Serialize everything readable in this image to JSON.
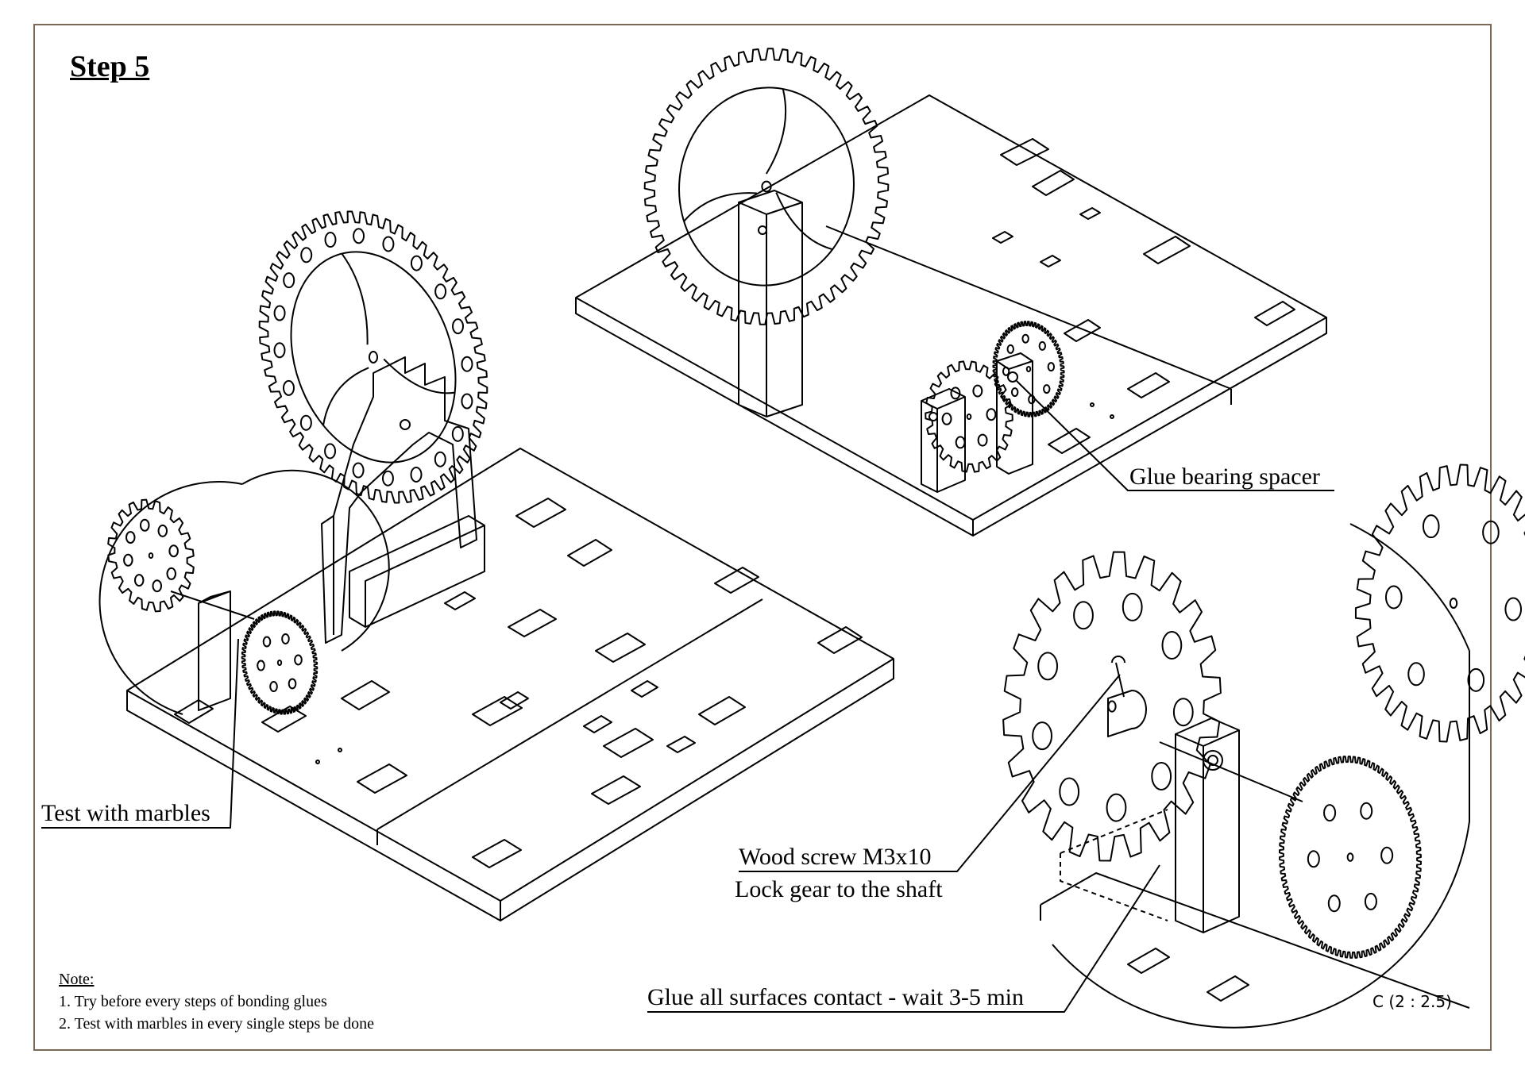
{
  "title": "Step 5",
  "callouts": {
    "marbles": "Test with marbles",
    "bearing": "Glue bearing spacer",
    "screw": "Wood screw M3x10",
    "lock": "Lock gear to the shaft",
    "glue": "Glue all surfaces contact - wait 3-5 min"
  },
  "notes": {
    "heading": "Note:",
    "items": [
      "1. Try before every steps of bonding glues",
      "2. Test with marbles in every single steps be done"
    ]
  },
  "detail_scale": "C (2 : 2.5)",
  "colors": {
    "line": "#000000",
    "frame": "#7a6a55",
    "background": "#ffffff"
  }
}
